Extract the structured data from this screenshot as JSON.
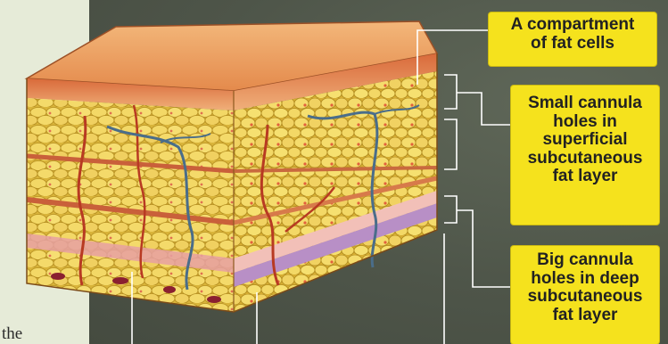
{
  "page": {
    "fragment_text": "the"
  },
  "labels": {
    "fat_compartment": [
      "A compartment",
      "of fat cells"
    ],
    "small_cannula": [
      "Small cannula",
      "holes in",
      "superficial",
      "subcutaneous",
      "fat layer"
    ],
    "big_cannula": [
      "Big cannula",
      "holes in deep",
      "subcutaneous",
      "fat layer"
    ]
  },
  "colors": {
    "label_bg": "#f5e21d",
    "label_text": "#222222",
    "background": "#4f564a",
    "skin_top": "#e8985a",
    "fat_cell": "#f0d060",
    "blood_vessel_red": "#c04020",
    "blood_vessel_blue": "#4a6d8a",
    "muscle_pink": "#d89aa0",
    "fascia_purple": "#b28cc0",
    "leader_line": "#ffffff"
  }
}
